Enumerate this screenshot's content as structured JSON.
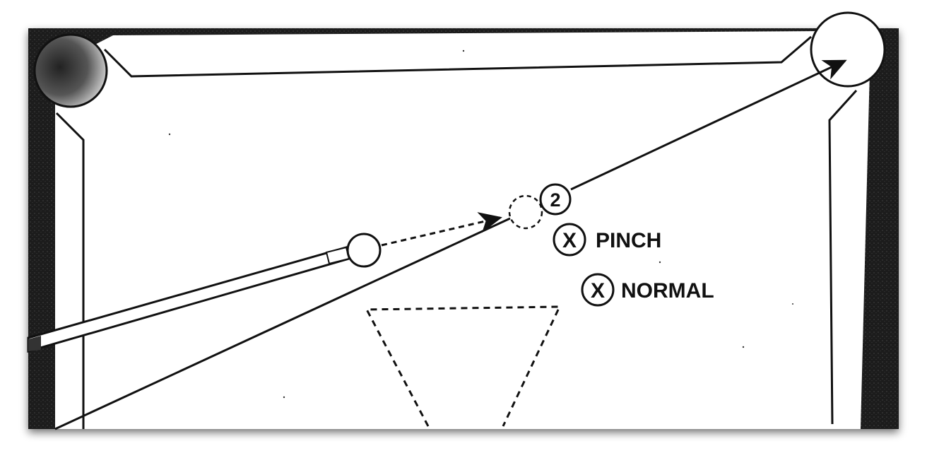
{
  "diagram": {
    "object_ball_number": "2",
    "markers": [
      {
        "symbol": "X",
        "label": "PINCH"
      },
      {
        "symbol": "X",
        "label": "NORMAL"
      }
    ],
    "colors": {
      "felt": "#ffffff",
      "rail": "#1a1a1a",
      "ink": "#111111",
      "shadow": "#9a9a9a"
    }
  }
}
